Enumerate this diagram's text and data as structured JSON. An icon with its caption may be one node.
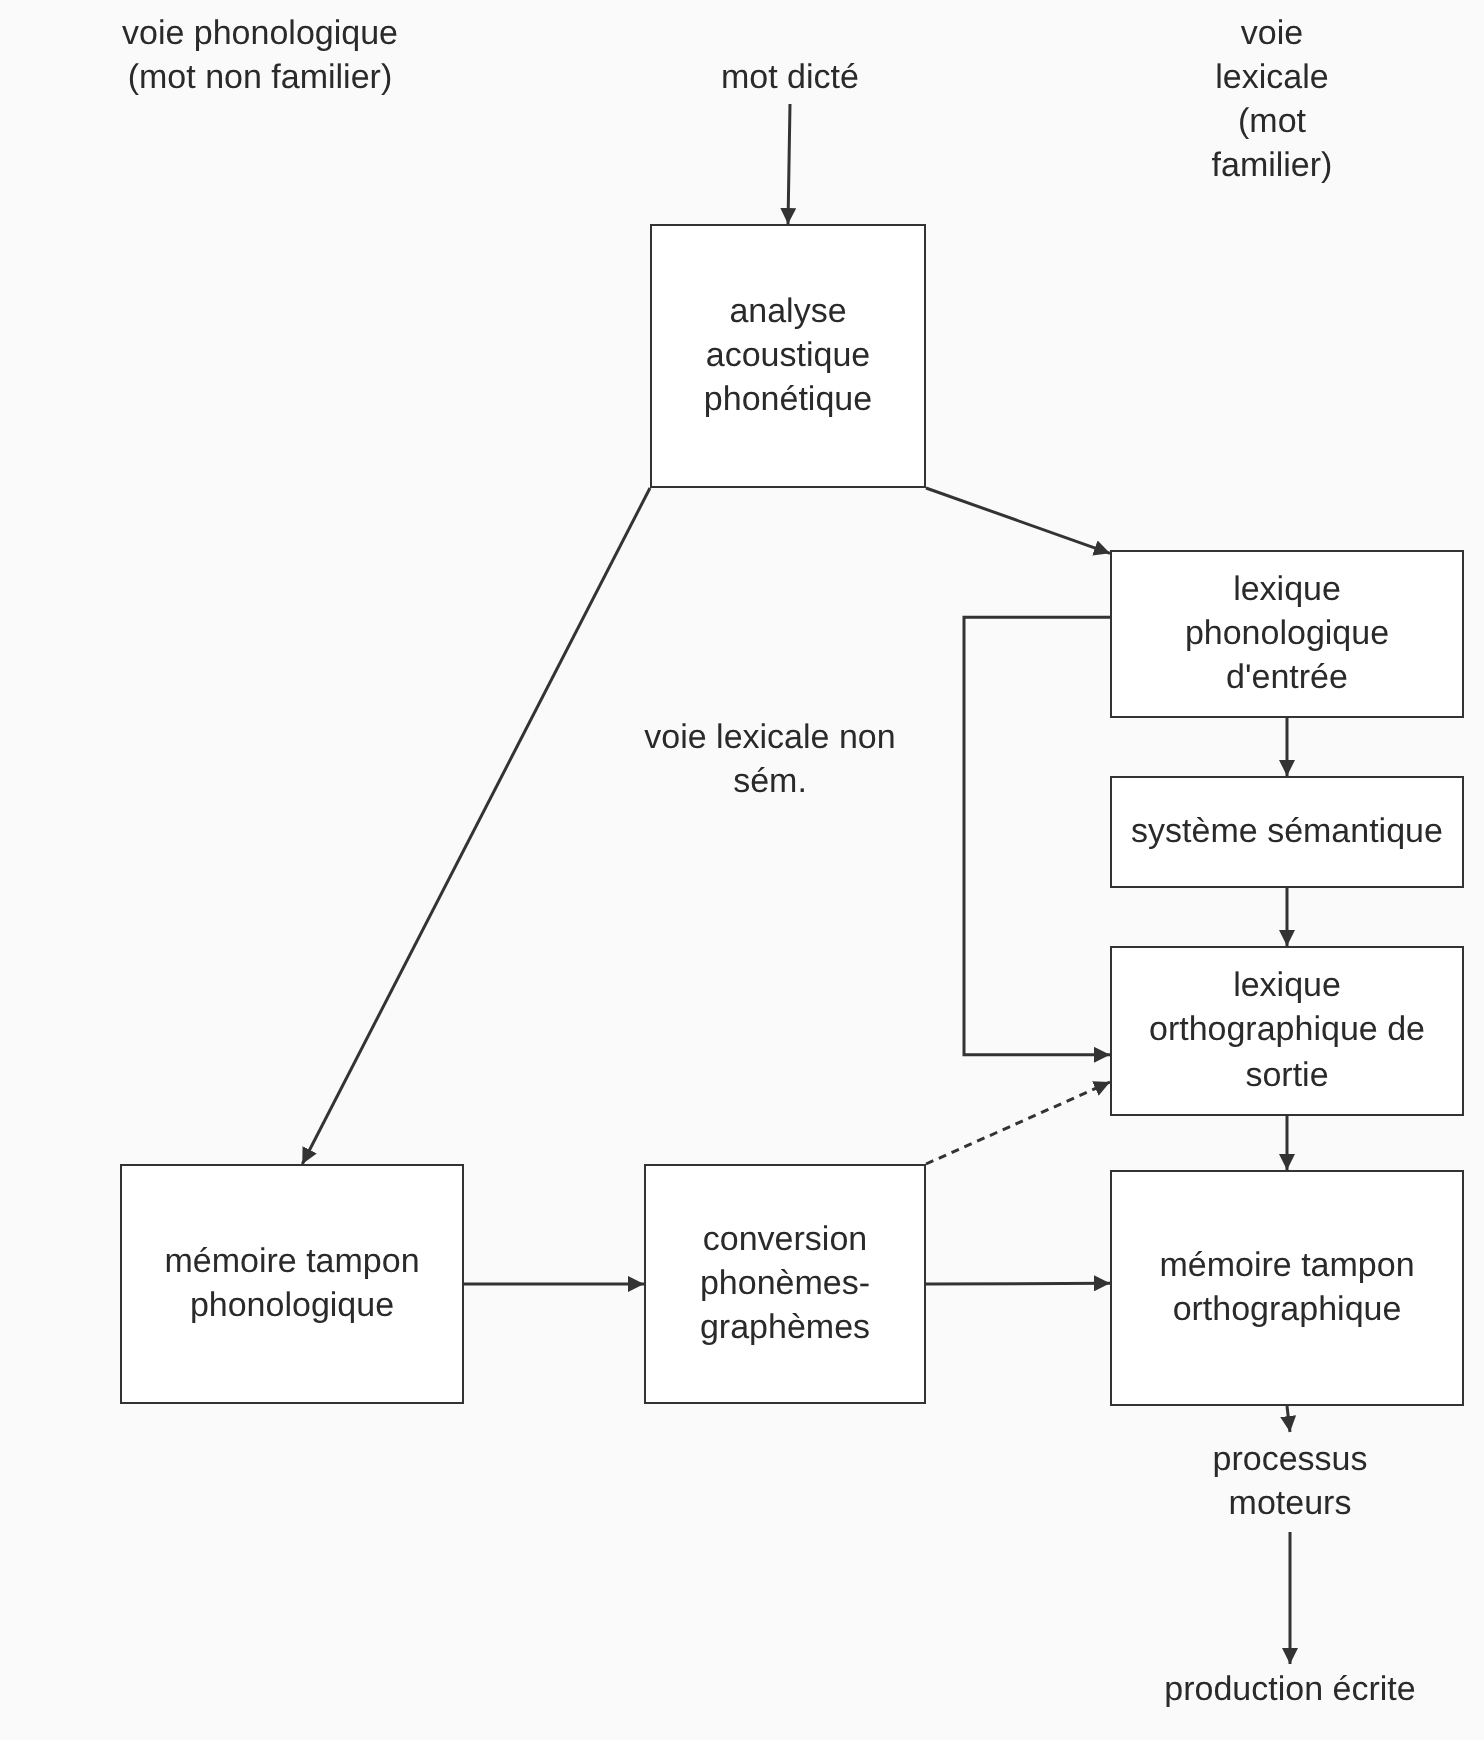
{
  "diagram": {
    "nodes": [
      {
        "text": [
          "mot dicté"
        ]
      },
      {
        "text": [
          "analyse acoustique phonétique"
        ]
      },
      {
        "text": [
          "lexique phonologique d'entrée"
        ]
      },
      {
        "text": [
          "système sémantique"
        ]
      },
      {
        "text": [
          "lexique orthographique de sortie"
        ]
      },
      {
        "text": [
          "mémoire tampon phonologique"
        ]
      },
      {
        "text": [
          "conversion phonèmes-graphèmes"
        ]
      },
      {
        "text": [
          "mémoire tampon orthographique"
        ]
      },
      {
        "text": [
          "processus moteurs"
        ]
      },
      {
        "text": [
          "production écrite"
        ]
      }
    ],
    "edges": [
      {
        "from": 0,
        "to": 1,
        "arrow": "to"
      },
      {
        "from": 1,
        "to": 2,
        "arrow": "to"
      },
      {
        "from": 1,
        "to": 5,
        "arrow": "to"
      },
      {
        "from": 2,
        "to": 3,
        "arrow": "to"
      },
      {
        "from": 3,
        "to": 4,
        "arrow": "to"
      },
      {
        "from": 2,
        "to": 4,
        "arrow": "to"
      },
      {
        "from": 6,
        "to": 4,
        "arrow": "to",
        "style": "dashed"
      },
      {
        "from": 5,
        "to": 6,
        "arrow": "to"
      },
      {
        "from": 6,
        "to": 7,
        "arrow": "to"
      },
      {
        "from": 4,
        "to": 7,
        "arrow": "to"
      },
      {
        "from": 7,
        "to": 8,
        "arrow": "to"
      },
      {
        "from": 8,
        "to": 9,
        "arrow": "to"
      }
    ],
    "labels": [
      "voie phonologique (mot non familier)",
      "voie lexicale (mot familier)",
      "voie lexicale non sém."
    ]
  }
}
